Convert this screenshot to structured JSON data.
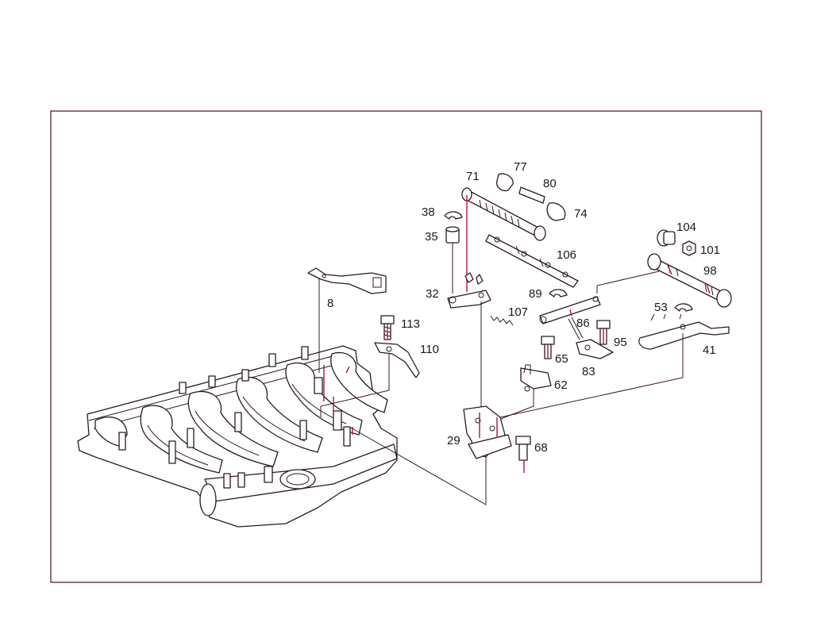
{
  "diagram": {
    "part_labels": [
      {
        "id": "71",
        "text": "71"
      },
      {
        "id": "77",
        "text": "77"
      },
      {
        "id": "80",
        "text": "80"
      },
      {
        "id": "74",
        "text": "74"
      },
      {
        "id": "38",
        "text": "38"
      },
      {
        "id": "35",
        "text": "35"
      },
      {
        "id": "104",
        "text": "104"
      },
      {
        "id": "101",
        "text": "101"
      },
      {
        "id": "106",
        "text": "106"
      },
      {
        "id": "98",
        "text": "98"
      },
      {
        "id": "32",
        "text": "32"
      },
      {
        "id": "8",
        "text": "8"
      },
      {
        "id": "89",
        "text": "89"
      },
      {
        "id": "107",
        "text": "107"
      },
      {
        "id": "53",
        "text": "53"
      },
      {
        "id": "113",
        "text": "113"
      },
      {
        "id": "86",
        "text": "86"
      },
      {
        "id": "95",
        "text": "95"
      },
      {
        "id": "110",
        "text": "110"
      },
      {
        "id": "41",
        "text": "41"
      },
      {
        "id": "65",
        "text": "65"
      },
      {
        "id": "83",
        "text": "83"
      },
      {
        "id": "62",
        "text": "62"
      },
      {
        "id": "29",
        "text": "29"
      },
      {
        "id": "68",
        "text": "68"
      }
    ],
    "colors": {
      "frame": "#5a1f2c",
      "line": "#2a1a1e",
      "accent": "#b0143c"
    }
  }
}
